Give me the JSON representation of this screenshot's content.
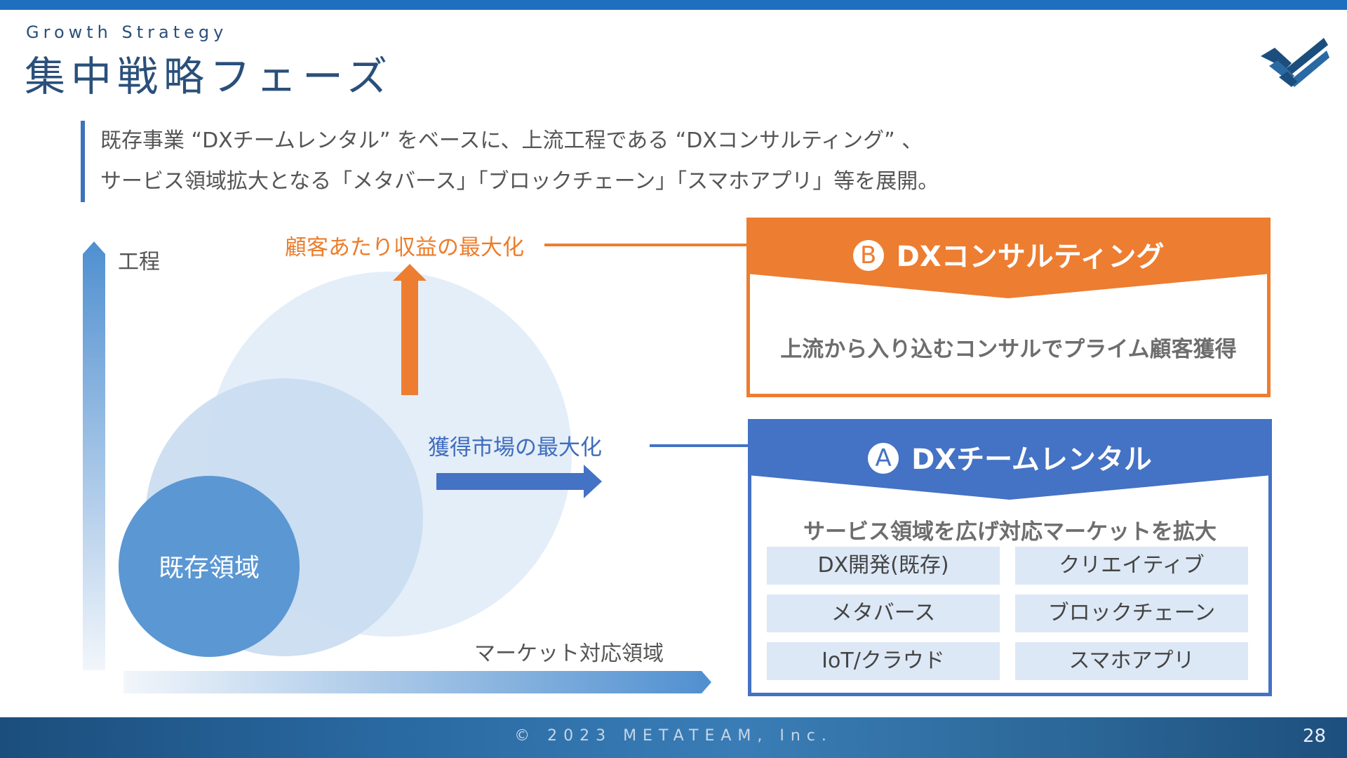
{
  "header": {
    "subtitle": "Growth Strategy",
    "title": "集中戦略フェーズ"
  },
  "lead": {
    "line1": "既存事業 “DXチームレンタル” をベースに、上流工程である “DXコンサルティング” 、",
    "line2": "サービス領域拡大となる「メタバース」「ブロックチェーン」「スマホアプリ」等を展開。"
  },
  "diagram": {
    "vertical_axis_label": "工程",
    "horizontal_axis_label": "マーケット対応領域",
    "orange_arrow_label": "顧客あたり収益の最大化",
    "blue_arrow_label": "獲得市場の最大化",
    "inner_circle_label": "既存領域"
  },
  "box_b": {
    "badge": "B",
    "title": "DXコンサルティング",
    "description": "上流から入り込むコンサルでプライム顧客獲得"
  },
  "box_a": {
    "badge": "A",
    "title": "DXチームレンタル",
    "description": "サービス領域を広げ対応マーケットを拡大",
    "items": [
      "DX開発(既存)",
      "クリエイティブ",
      "メタバース",
      "ブロックチェーン",
      "IoT/クラウド",
      "スマホアプリ"
    ]
  },
  "footer": {
    "copyright": "© 2023 METATEAM, Inc.",
    "page_number": "28"
  },
  "colors": {
    "accent_blue": "#4472c4",
    "accent_orange": "#ed7d31",
    "title_navy": "#2a4f7a"
  }
}
